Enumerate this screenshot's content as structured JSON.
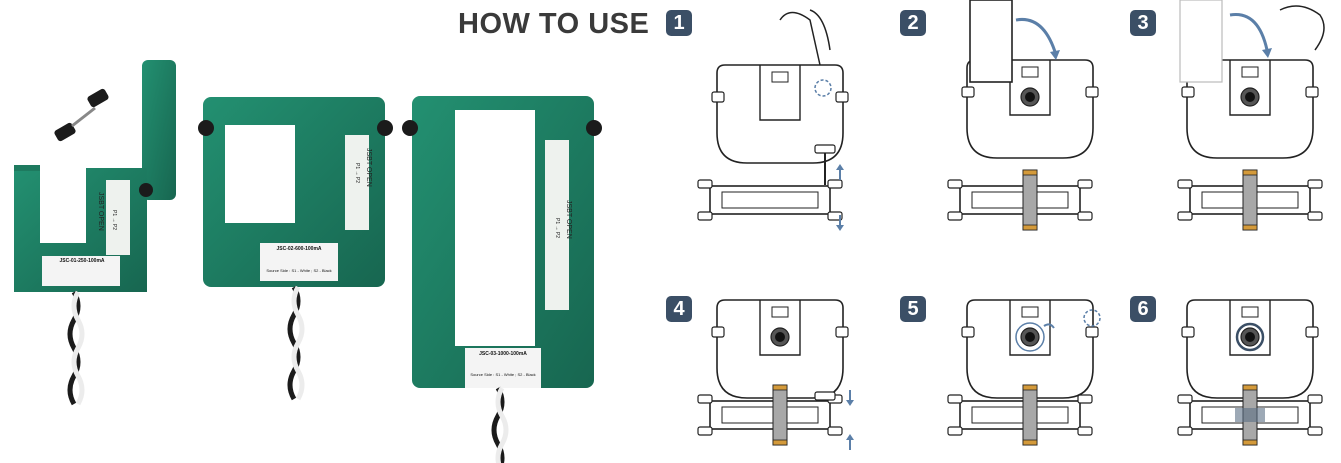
{
  "header": {
    "title": "HOW TO USE"
  },
  "steps": [
    "1",
    "2",
    "3",
    "4",
    "5",
    "6"
  ],
  "products": [
    {
      "model": "JSC-01-250-100mA",
      "brand": "JSBT OPEN",
      "leads": "P1 → P2"
    },
    {
      "model": "JSC-02-600-100mA",
      "brand": "JSBT OPEN",
      "leads": "P1 → P2",
      "source": "Source Side : S1 - White ; S2 - Black"
    },
    {
      "model": "JSC-03-1000-100mA",
      "brand": "JSBT OPEN",
      "leads": "P1 → P2",
      "source": "Source Side : S1 - White ; S2 - Black"
    }
  ],
  "colors": {
    "housing": "#1e7a5f",
    "housing_dark": "#145a45",
    "step_badge": "#3b4f66",
    "arrow": "#5b7fa8"
  }
}
